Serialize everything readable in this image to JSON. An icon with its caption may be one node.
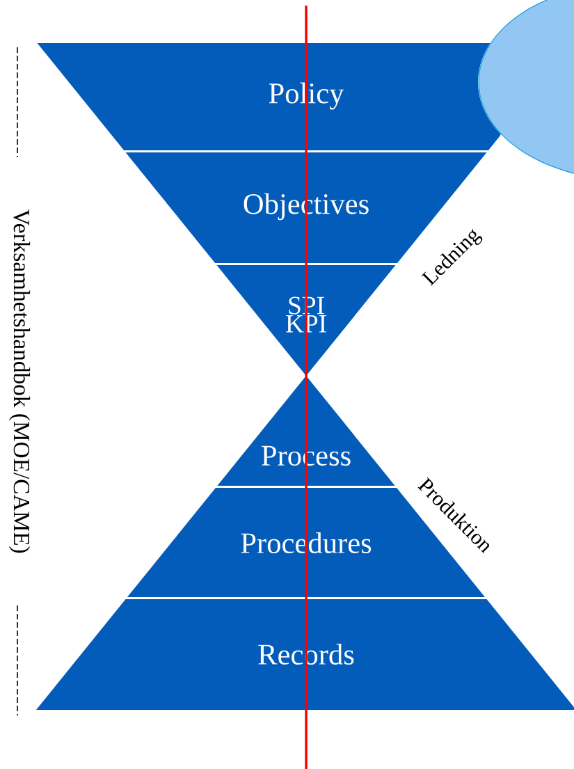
{
  "diagram": {
    "nodes": [
      {
        "text": [
          "Policy"
        ]
      },
      {
        "text": [
          "Objectives"
        ]
      },
      {
        "text": [
          "SPI KPI"
        ]
      },
      {
        "text": [
          "Process"
        ]
      },
      {
        "text": [
          "Procedures"
        ]
      },
      {
        "text": [
          "Records"
        ]
      }
    ],
    "labels": [
      "Ledning",
      "Produktion",
      "Verksamhetshandbok (MOE/CAME)"
    ]
  }
}
